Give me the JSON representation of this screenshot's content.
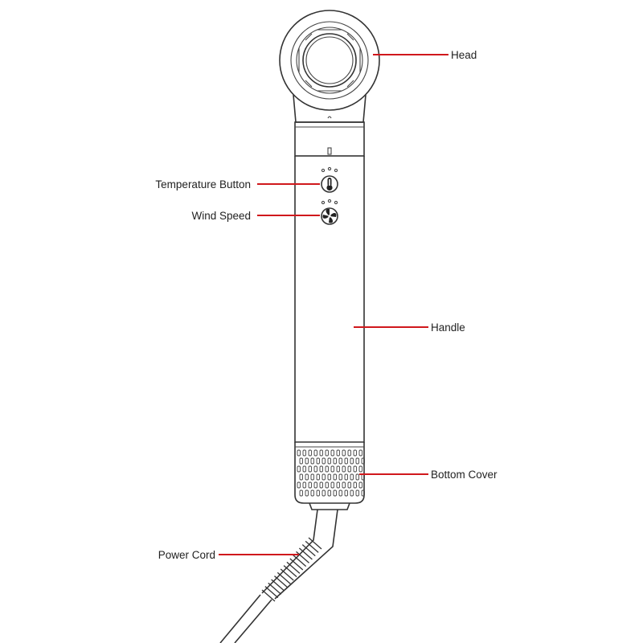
{
  "colors": {
    "leader": "#d0181c",
    "outline": "#333333",
    "background": "#ffffff"
  },
  "labels": {
    "head": "Head",
    "temperature_button": "Temperature Button",
    "wind_speed": "Wind Speed",
    "handle": "Handle",
    "bottom_cover": "Bottom Cover",
    "power_cord": "Power Cord"
  },
  "icons": {
    "temperature_button": "thermometer-icon",
    "wind_speed": "fan-icon"
  }
}
